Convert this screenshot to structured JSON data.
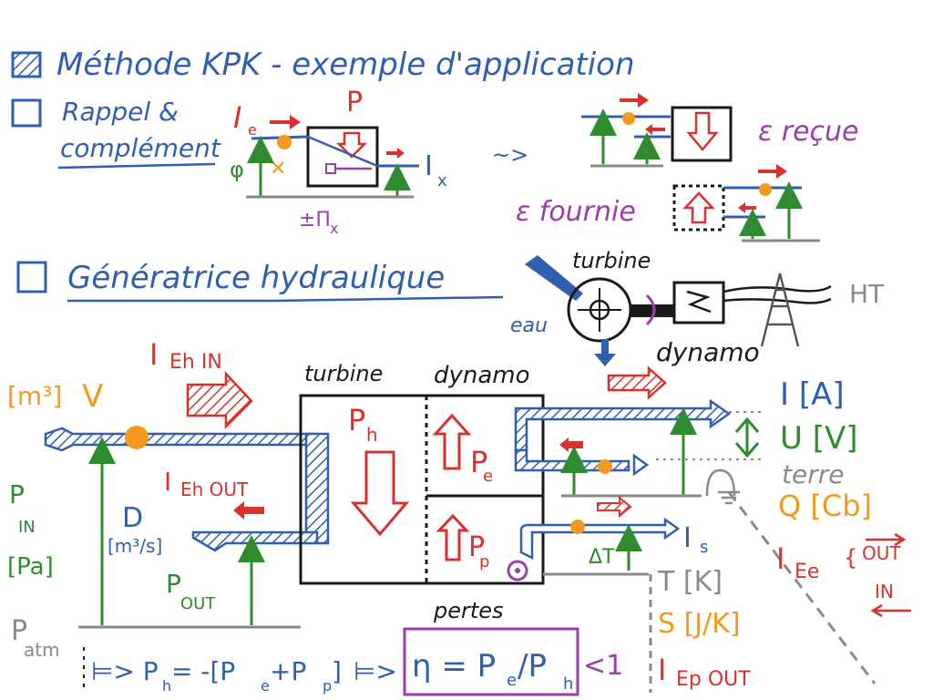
{
  "colors": {
    "blue": "#2f5fae",
    "red": "#d9322e",
    "green": "#2e8b2e",
    "orange": "#f39a1e",
    "purple": "#9a3fa8",
    "gray": "#8a8a8a",
    "black": "#1a1a1a"
  },
  "header": {
    "title": "Méthode KPK - exemple d'application",
    "rappel_line1": "Rappel &",
    "rappel_line2": "complément",
    "generatrice": "Génératrice hydraulique"
  },
  "rappel": {
    "Ie": "I",
    "Ie_sub": "e",
    "P": "P",
    "phi": "φ",
    "Ix": "I",
    "Ix_sub": "x",
    "pi": "±Π",
    "pi_sub": "x",
    "arrow": "~>",
    "recue": "ε reçue",
    "fournie": "ε fournie"
  },
  "schema": {
    "turbine": "turbine",
    "eau": "eau",
    "dynamo": "dynamo",
    "HT": "HT"
  },
  "main": {
    "IehIN": "I",
    "IehIN_sub": "Eh IN",
    "m3": "[m³]",
    "V": "V",
    "PIN": "P",
    "PIN_sub": "IN",
    "Pa": "[Pa]",
    "D": "D",
    "D_unit": "[m³/s]",
    "IehOUT": "I",
    "IehOUT_sub": "Eh OUT",
    "POUT": "P",
    "POUT_sub": "OUT",
    "Patm": "P",
    "Patm_sub": "atm",
    "turbine_col": "turbine",
    "dynamo_col": "dynamo",
    "Ph": "P",
    "Ph_sub": "h",
    "Pe": "P",
    "Pe_sub": "e",
    "Pp": "P",
    "Pp_sub": "p",
    "pertes": "pertes",
    "Is": "I",
    "Is_sub": "s",
    "dT": "ΔT",
    "formula1": "⊨> P",
    "formula1_sub": "h",
    "formula1_rest": " = -[P",
    "formula1_e": "e",
    "formula1_plus": "+P",
    "formula1_p": "p",
    "formula1_end": "]",
    "formula2_arrow": "⊨>",
    "formula2": "η = P",
    "formula2_e": "e",
    "formula2_slash": "/P",
    "formula2_h": "h",
    "formula2_lt": "<1"
  },
  "legend": {
    "I": "I  [A]",
    "U": "U  [V]",
    "terre": "terre",
    "Q": "Q  [Cb]",
    "IEe": "I",
    "IEe_sub": "Ee",
    "out": "OUT",
    "in": "IN",
    "T": "T  [K]",
    "S": "S  [J/K]",
    "IEp": "I",
    "IEp_sub": "Ep OUT"
  }
}
